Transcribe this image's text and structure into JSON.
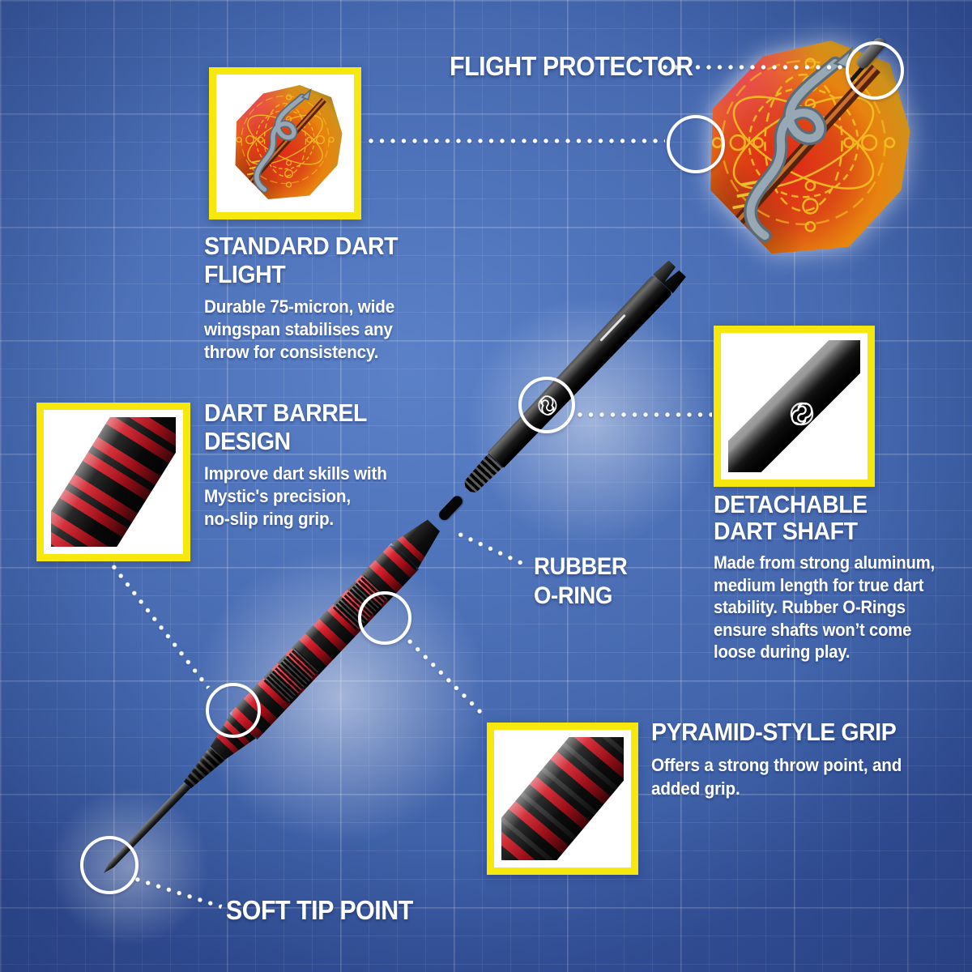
{
  "page": {
    "background_color": "#4a6db4",
    "accent_yellow": "#f6e70d",
    "barrel_red": "#d31420",
    "text_color": "#ffffff"
  },
  "icons": {
    "shaft_logo": "swirl-monogram",
    "flight_art": "snake-and-spear-ornate-flight"
  },
  "callouts": {
    "flight_protector": {
      "title": "FLIGHT PROTECTOR"
    },
    "standard_dart_flight": {
      "title": "STANDARD DART FLIGHT",
      "body": "Durable 75-micron, wide\nwingspan stabilises any\nthrow for consistency."
    },
    "dart_barrel_design": {
      "title": "DART BARREL\nDESIGN",
      "body": "Improve dart skills with\nMystic's precision,\nno-slip ring grip."
    },
    "detachable_dart_shaft": {
      "title": "DETACHABLE\nDART SHAFT",
      "body": "Made from strong aluminum,\nmedium length for true dart\nstability. Rubber O-Rings\nensure shafts won’t come\nloose during play."
    },
    "rubber_o_ring": {
      "title": "RUBBER\nO-RING"
    },
    "pyramid_style_grip": {
      "title": "PYRAMID-STYLE GRIP",
      "body": "Offers a strong throw point, and\nadded grip."
    },
    "soft_tip_point": {
      "title": "SOFT TIP POINT"
    }
  }
}
